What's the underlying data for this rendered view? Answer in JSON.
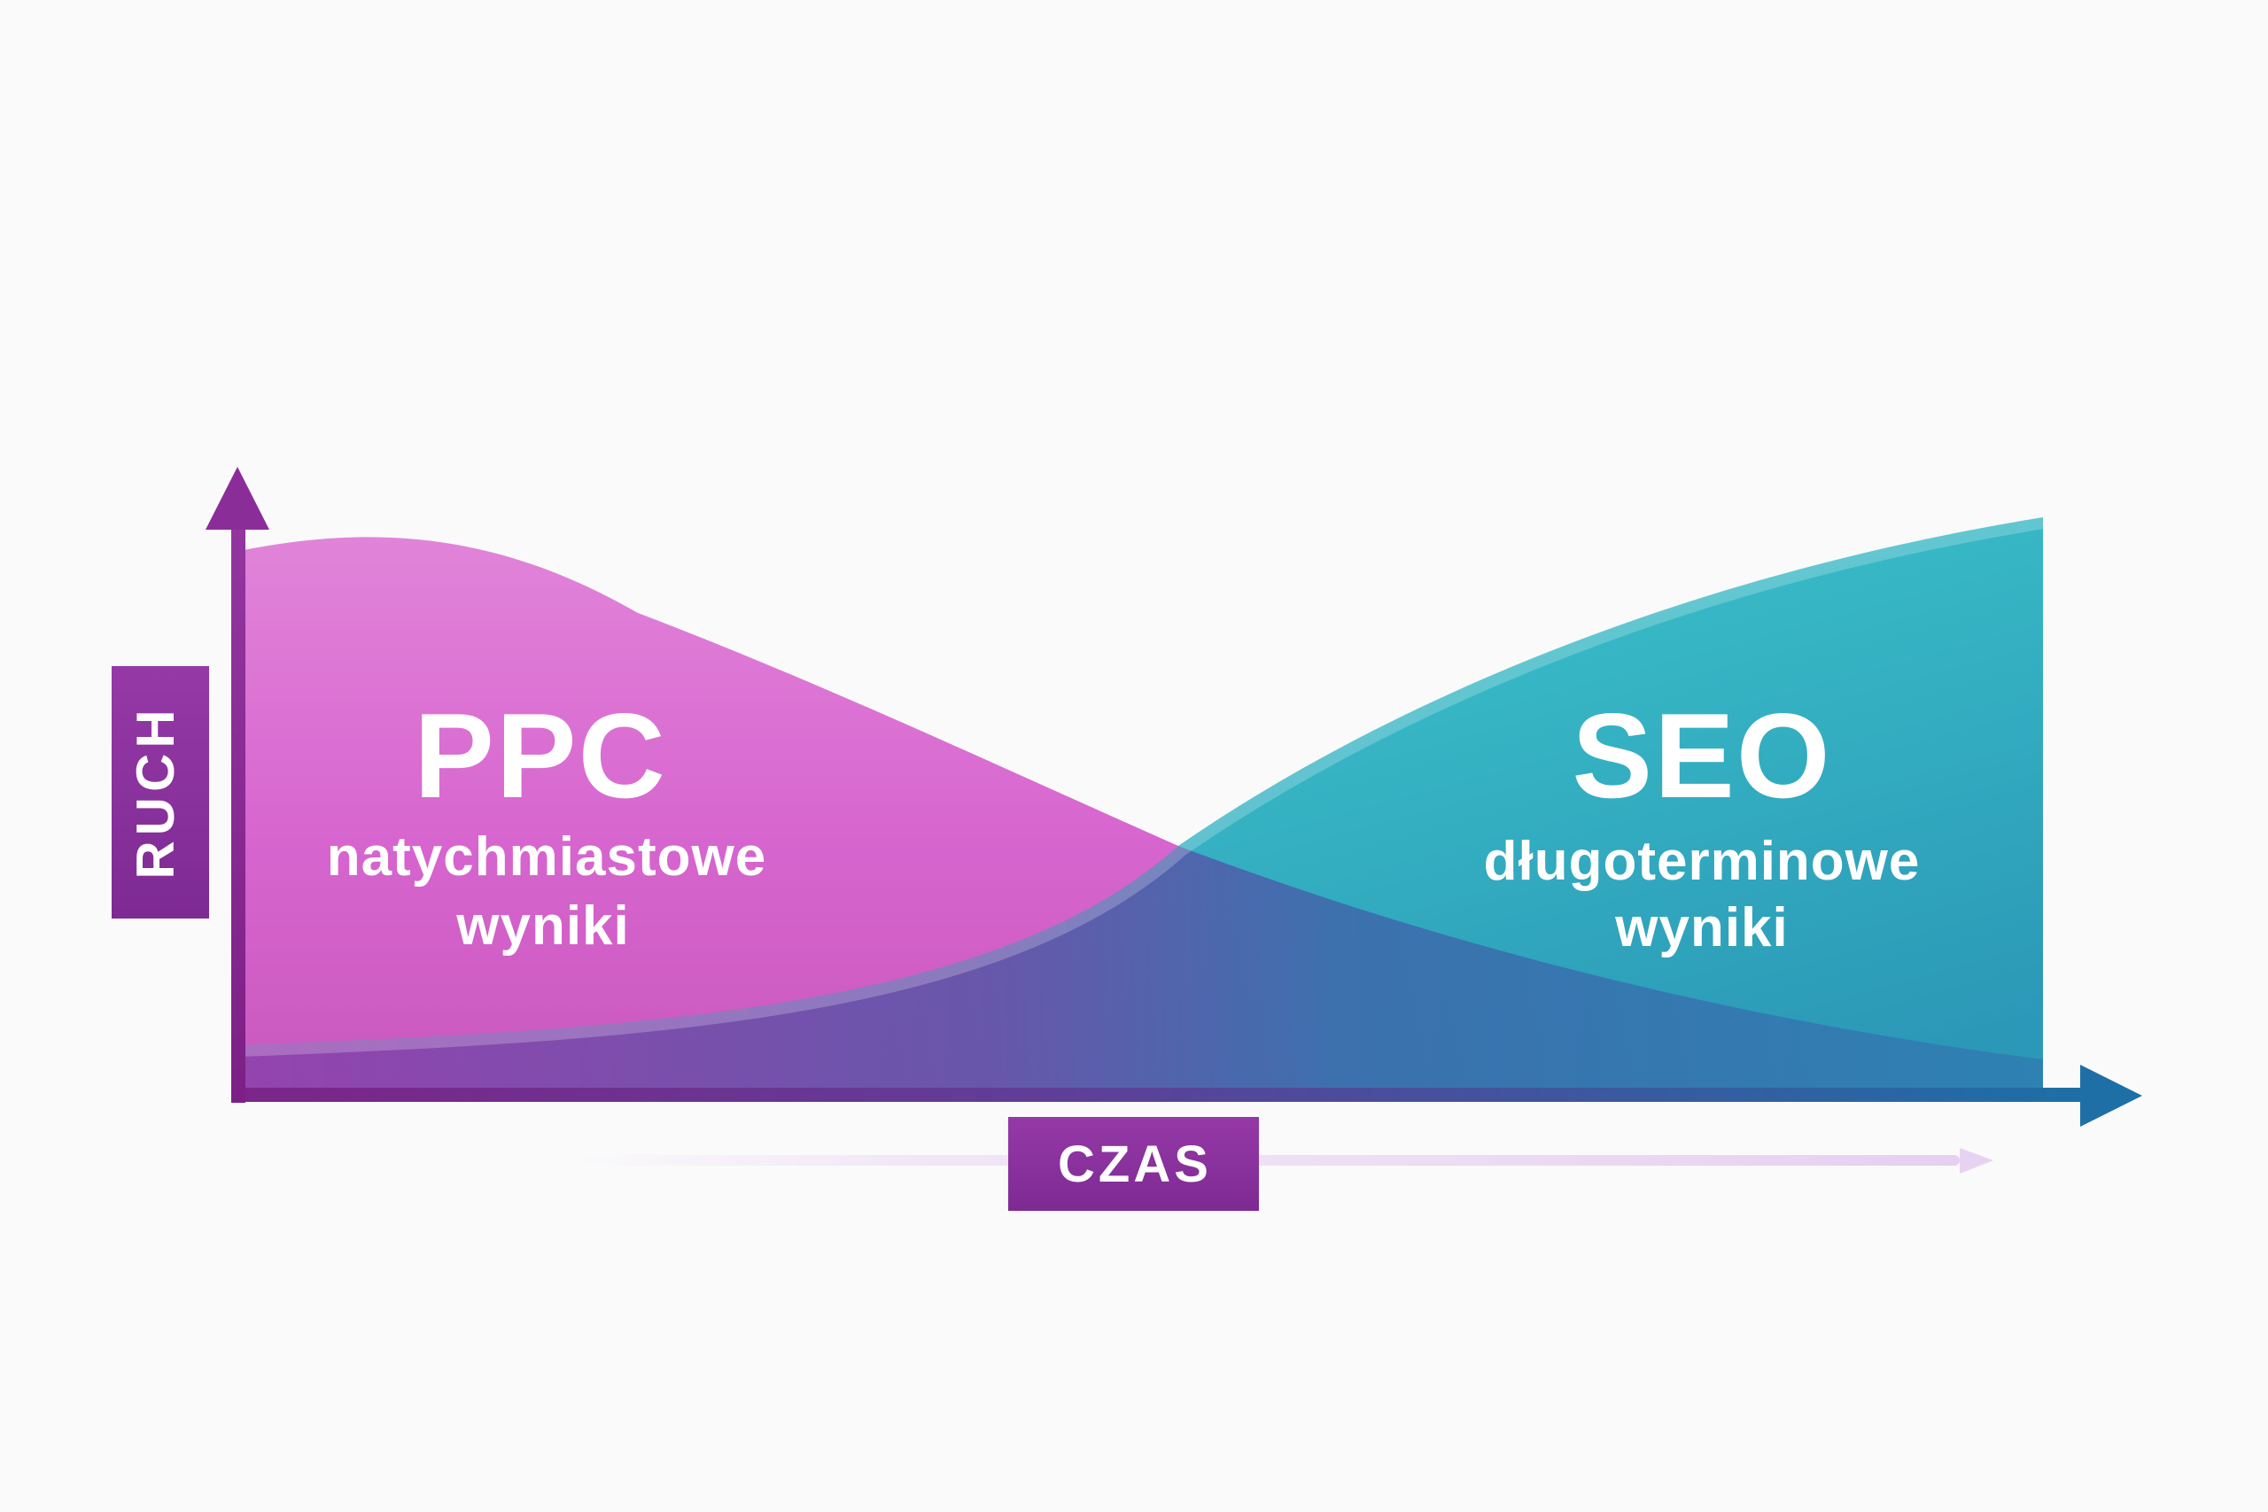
{
  "figure": {
    "background": "#fafafa",
    "language": "pl"
  },
  "labels": {
    "y_axis": {
      "label": "RUCH"
    },
    "x_axis": {
      "label": "CZAS"
    },
    "ppc": {
      "title": "PPC",
      "subtitle_line1": "natychmiastowe",
      "subtitle_line2": "wyniki"
    },
    "seo": {
      "title": "SEO",
      "subtitle_line1": "długoterminowe",
      "subtitle_line2": "wyniki"
    }
  },
  "colors": {
    "background": "#fafafa",
    "ppc_pink_top": "#e184d9",
    "ppc_pink_mid": "#d765cf",
    "ppc_pink_bottom": "#c958bd",
    "seo_teal_light": "#4cc7cf",
    "seo_teal_mid": "#35b8c5",
    "seo_teal_dark": "#2b98b7",
    "overlap_left": "#9c3aad",
    "overlap_mid": "#5c60a8",
    "overlap_right": "#2e7fb2",
    "axis_purple": "#8a2d99",
    "axis_blue": "#1d6fa6",
    "badge_purple": "#8e2da0",
    "faint_arrow_lavender": "#e4caf0",
    "text_white": "#ffffff"
  },
  "chart_data": {
    "type": "area",
    "title": "",
    "xlabel": "CZAS",
    "ylabel": "RUCH",
    "x": [
      0,
      1,
      2,
      3,
      4,
      5,
      6,
      7,
      8,
      9,
      10
    ],
    "x_unit": "relative time (no ticks shown)",
    "y_unit": "relative traffic % (no ticks shown)",
    "series": [
      {
        "name": "PPC — natychmiastowe wyniki",
        "color": "#d765cf",
        "values": [
          87,
          90,
          79,
          68,
          56,
          44,
          31,
          20,
          13,
          9,
          6
        ]
      },
      {
        "name": "SEO — długoterminowe wyniki",
        "color": "#35b8c5",
        "values": [
          8,
          10,
          12,
          15,
          19,
          30,
          47,
          63,
          76,
          86,
          92
        ]
      }
    ],
    "annotations": [
      "PPC starts high and declines over time",
      "SEO starts low and grows over time",
      "curves cross slightly right of the middle of the time axis"
    ],
    "legend_position": "labels drawn inside areas",
    "grid": false,
    "axis_arrows": true
  }
}
